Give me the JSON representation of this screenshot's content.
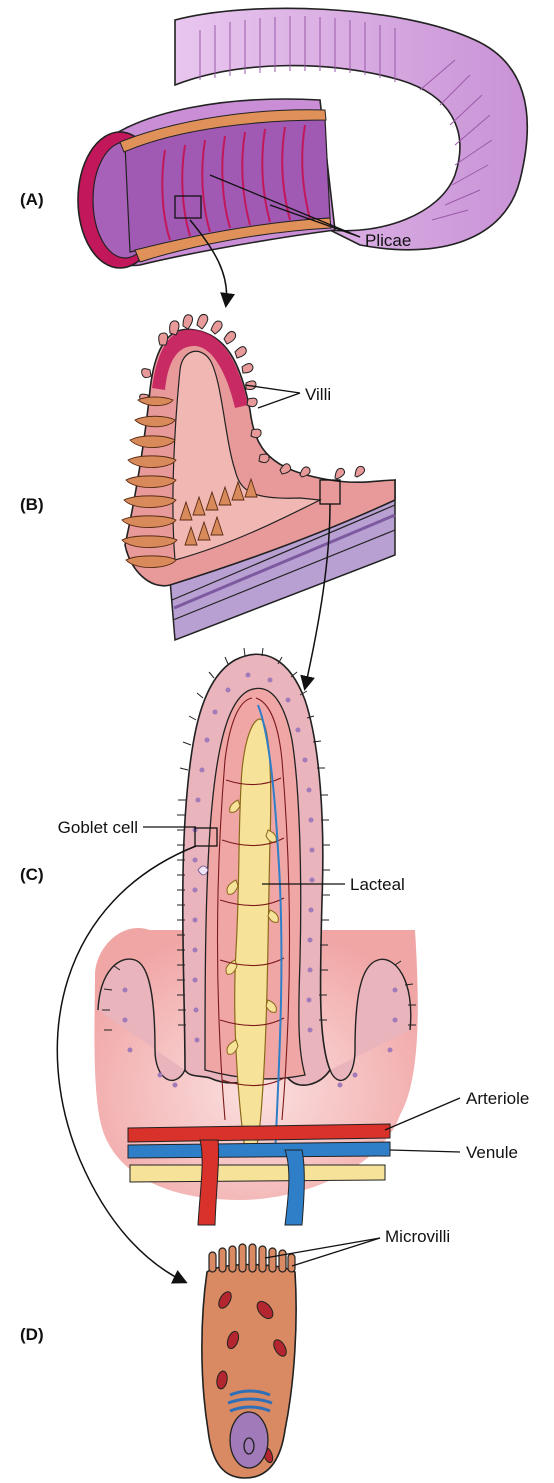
{
  "panels": [
    {
      "id": "A",
      "label": "(A)"
    },
    {
      "id": "B",
      "label": "(B)"
    },
    {
      "id": "C",
      "label": "(C)"
    },
    {
      "id": "D",
      "label": "(D)"
    }
  ],
  "callouts": {
    "plicae": "Plicae",
    "villi": "Villi",
    "goblet_cell": "Goblet cell",
    "lacteal": "Lacteal",
    "arteriole": "Arteriole",
    "venule": "Venule",
    "microvilli": "Microvilli"
  },
  "colors": {
    "intestine_outer": "#d8a8e0",
    "intestine_inner": "#b173c4",
    "mucosa_magenta": "#c2185b",
    "villus_pink": "#e89a9a",
    "villus_orange": "#d98a5a",
    "epithelium": "#e9b4bc",
    "lacteal_yellow": "#f7e29a",
    "arteriole_red": "#d8322a",
    "venule_blue": "#2f7fc8",
    "submucosa_purple": "#b9a0d2",
    "cell_body": "#d98a62"
  }
}
